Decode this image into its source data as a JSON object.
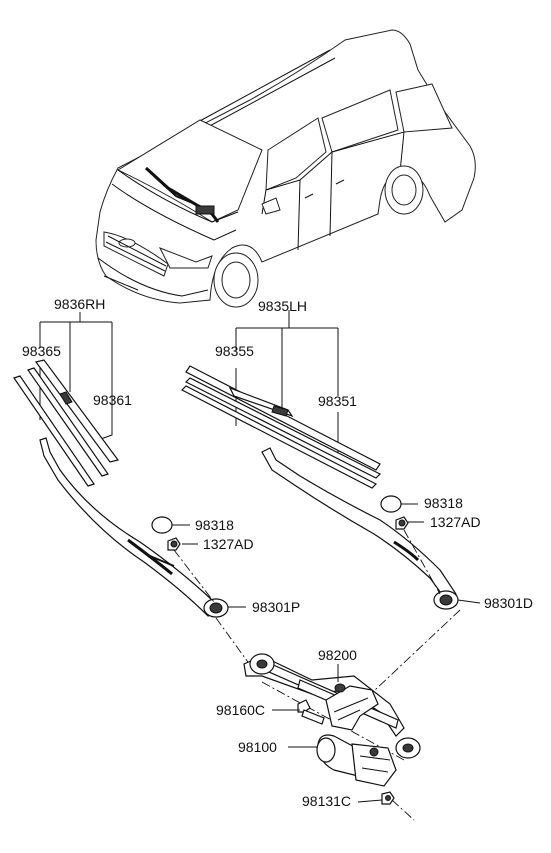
{
  "diagram": {
    "labels": {
      "p9836RH": "9836RH",
      "p98365": "98365",
      "p98361": "98361",
      "p9835LH": "9835LH",
      "p98355": "98355",
      "p98351": "98351",
      "p98318_left": "98318",
      "p1327AD_left": "1327AD",
      "p98318_right": "98318",
      "p1327AD_right": "1327AD",
      "p98301P": "98301P",
      "p98301D": "98301D",
      "p98200": "98200",
      "p98160C": "98160C",
      "p98100": "98100",
      "p98131C": "98131C"
    }
  }
}
